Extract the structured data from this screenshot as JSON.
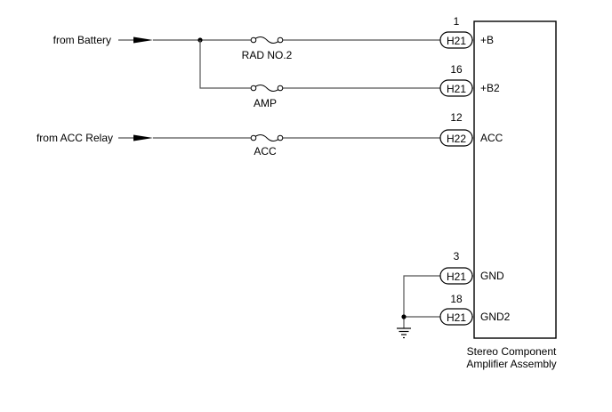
{
  "sources": {
    "battery": "from Battery",
    "acc_relay": "from ACC Relay"
  },
  "fuses": {
    "rad_no2": "RAD NO.2",
    "amp": "AMP",
    "acc": "ACC"
  },
  "pins": [
    {
      "pin": "1",
      "connector": "H21",
      "terminal": "+B"
    },
    {
      "pin": "16",
      "connector": "H21",
      "terminal": "+B2"
    },
    {
      "pin": "12",
      "connector": "H22",
      "terminal": "ACC"
    },
    {
      "pin": "3",
      "connector": "H21",
      "terminal": "GND"
    },
    {
      "pin": "18",
      "connector": "H21",
      "terminal": "GND2"
    }
  ],
  "component": {
    "line1": "Stereo Component",
    "line2": "Amplifier Assembly"
  }
}
